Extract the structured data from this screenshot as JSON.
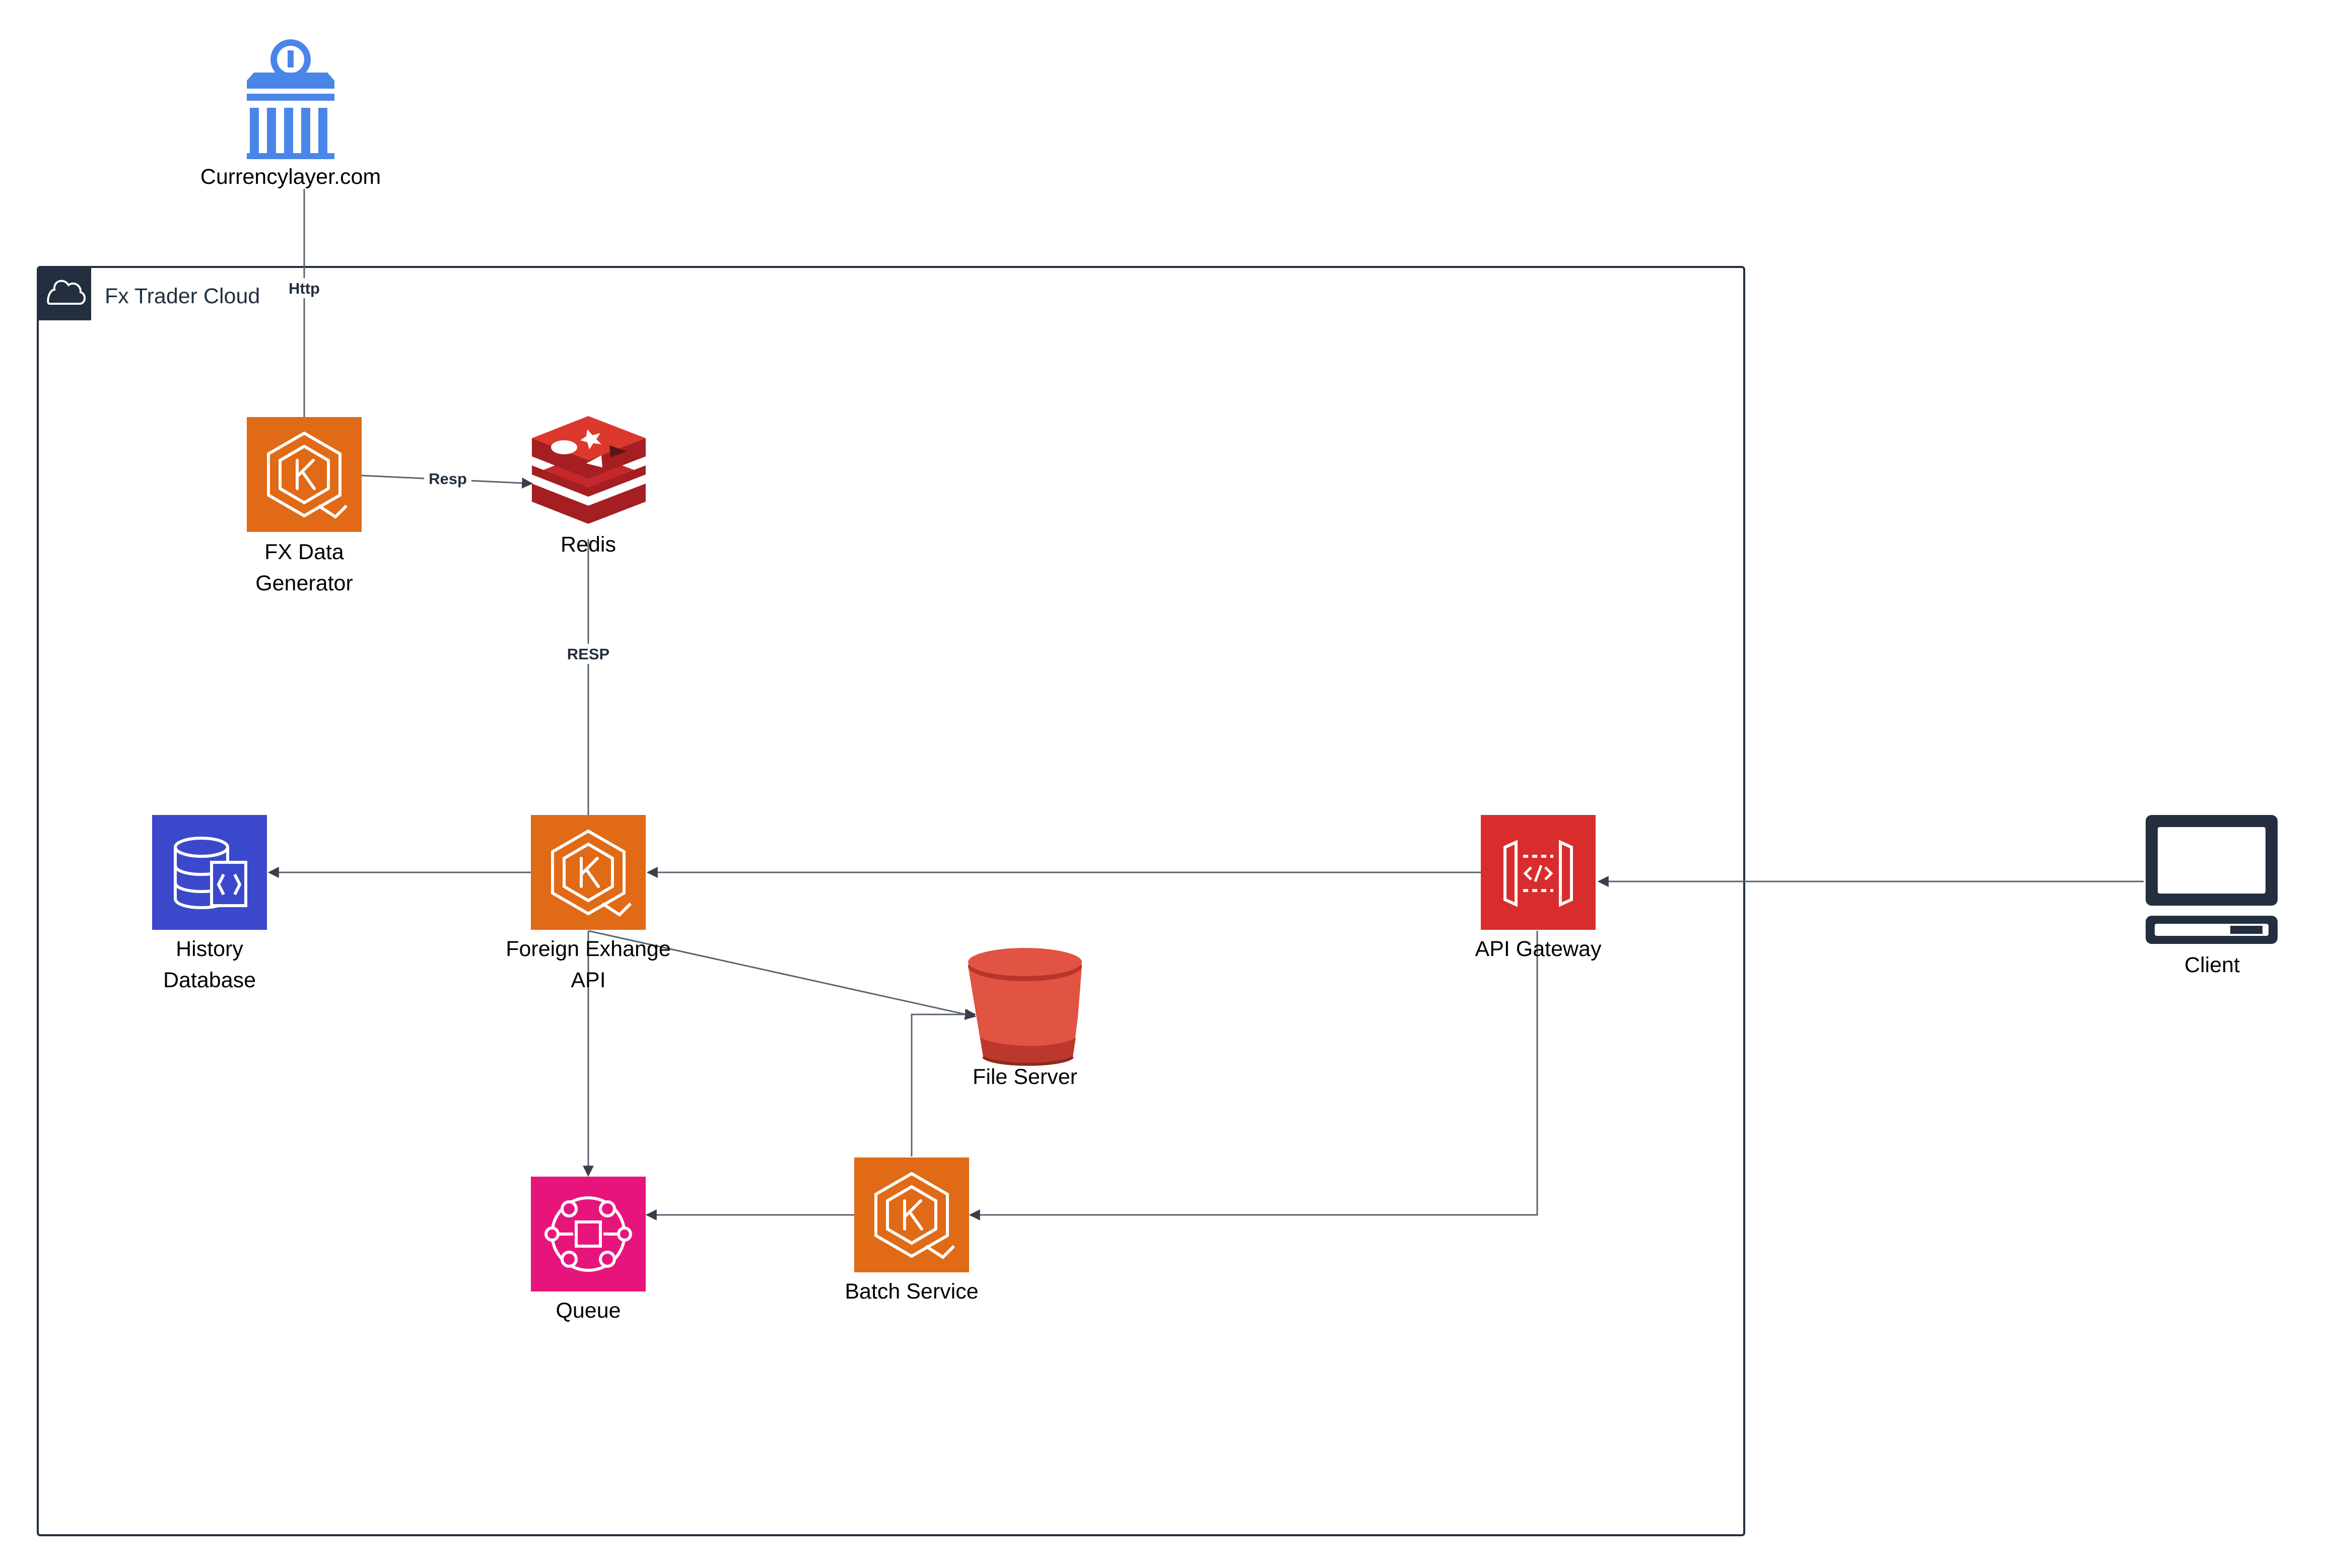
{
  "diagram": {
    "group": {
      "label": "Fx Trader Cloud",
      "icon": "cloud-icon"
    },
    "nodes": {
      "currencylayer": {
        "label": "Currencylayer.com",
        "icon": "bank-building-icon"
      },
      "fx_data_generator": {
        "label_line1": "FX Data",
        "label_line2": "Generator",
        "icon": "kubernetes-icon"
      },
      "redis": {
        "label": "Redis",
        "icon": "redis-icon"
      },
      "history_db": {
        "label_line1": "History",
        "label_line2": "Database",
        "icon": "database-icon"
      },
      "foreign_exchange_api": {
        "label_line1": "Foreign Exhange",
        "label_line2": "API",
        "icon": "kubernetes-icon"
      },
      "api_gateway": {
        "label": "API Gateway",
        "icon": "api-gateway-icon"
      },
      "client": {
        "label": "Client",
        "icon": "computer-icon"
      },
      "file_server": {
        "label": "File Server",
        "icon": "bucket-icon"
      },
      "queue": {
        "label": "Queue",
        "icon": "queue-icon"
      },
      "batch_service": {
        "label": "Batch Service",
        "icon": "kubernetes-icon"
      }
    },
    "edges": {
      "http": "Http",
      "resp_generator_redis": "Resp",
      "resp_redis_api": "RESP"
    },
    "colors": {
      "compute_orange": "#e06a16",
      "database_blue": "#3b48cc",
      "api_gateway_red": "#d92d2d",
      "queue_pink": "#e7157b",
      "redis_red": "#c5282b",
      "bucket_red": "#e15343",
      "bank_blue": "#4a86e8",
      "line_gray": "#5a6370",
      "dark_navy": "#232f3e"
    }
  }
}
